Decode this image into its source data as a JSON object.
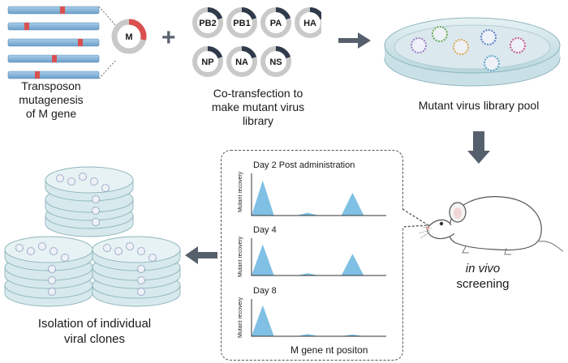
{
  "top": {
    "transposon_label": [
      "Transposon",
      "mutagenesis",
      "of M gene"
    ],
    "m_segment": "M",
    "plus": "+",
    "segments_row1": [
      "PB2",
      "PB1",
      "PA",
      "HA"
    ],
    "segments_row2": [
      "NP",
      "NA",
      "NS"
    ],
    "cotransfection_label": [
      "Co-transfection to",
      "make mutant virus",
      "library"
    ],
    "library_label": "Mutant virus library pool"
  },
  "screening": {
    "line1": "in vivo",
    "line2": "screening"
  },
  "isolation_label": [
    "Isolation of individual",
    "viral clones"
  ],
  "colors": {
    "segment_ring": "#c9c9c9",
    "segment_dark": "#2f3a4a",
    "mutation": "#d9504f",
    "plasmid_bar": "#7fb1d8",
    "peak": "#7fc0e4",
    "arrow": "#56606c"
  },
  "chart_data": [
    {
      "type": "area",
      "title": "Day 2 Post administration",
      "ylabel": "Mutant recovery",
      "xlabel": "",
      "x": [
        0,
        1,
        2,
        3,
        4,
        5,
        6,
        7,
        8,
        9,
        10,
        11,
        12
      ],
      "values": [
        0,
        10,
        0,
        0,
        0,
        0.8,
        0,
        0,
        0,
        6.5,
        0,
        0,
        0
      ],
      "ylim": [
        0,
        12
      ]
    },
    {
      "type": "area",
      "title": "Day 4",
      "ylabel": "Mutant recovery",
      "xlabel": "",
      "x": [
        0,
        1,
        2,
        3,
        4,
        5,
        6,
        7,
        8,
        9,
        10,
        11,
        12
      ],
      "values": [
        0,
        10,
        0,
        0,
        0,
        0.7,
        0,
        0,
        0,
        7,
        0,
        0,
        0
      ],
      "ylim": [
        0,
        12
      ]
    },
    {
      "type": "area",
      "title": "Day 8",
      "ylabel": "Mutant recovery",
      "xlabel": "M gene nt positon",
      "x": [
        0,
        1,
        2,
        3,
        4,
        5,
        6,
        7,
        8,
        9,
        10,
        11,
        12
      ],
      "values": [
        0,
        10,
        0,
        0,
        0,
        0.7,
        0,
        0,
        0,
        0.6,
        0,
        0,
        0
      ],
      "ylim": [
        0,
        12
      ]
    }
  ]
}
